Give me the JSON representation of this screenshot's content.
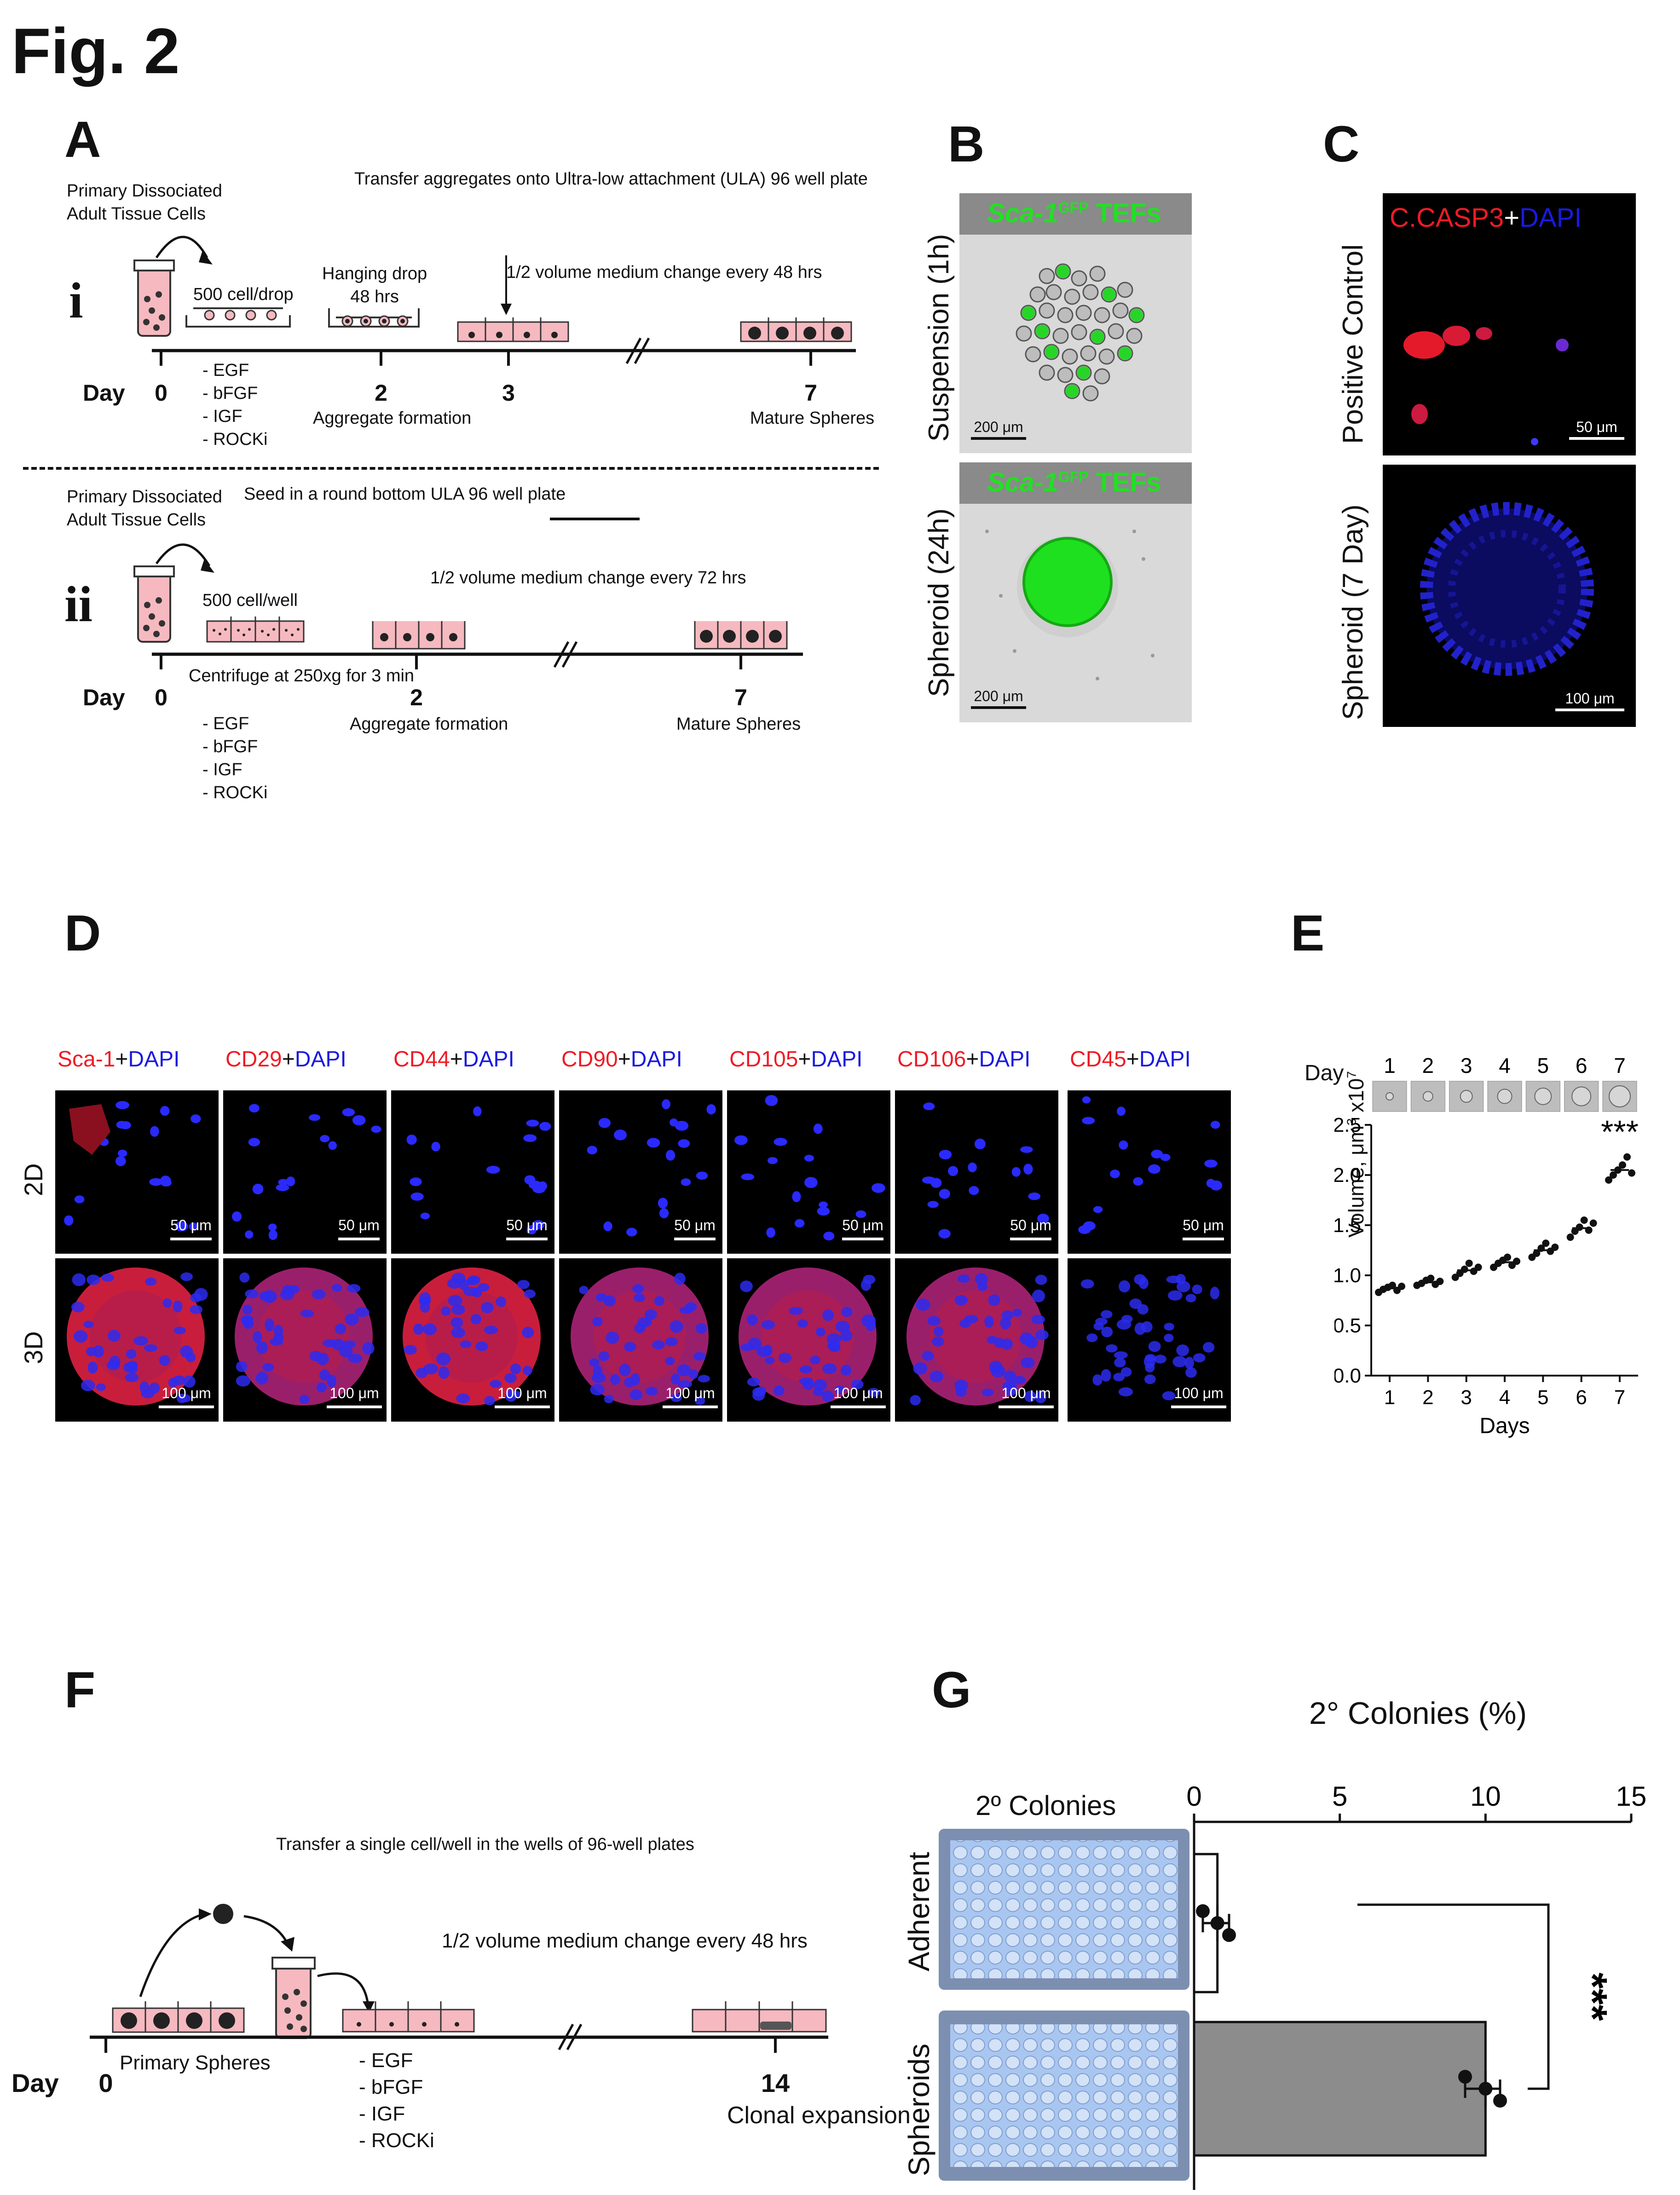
{
  "figure": {
    "title": "Fig. 2"
  },
  "panels": {
    "A": {
      "letter": "A",
      "i": {
        "numeral": "i",
        "primary_label": "Primary Dissociated\nAdult Tissue Cells",
        "cells_per": "500 cell/drop",
        "hanging_drop": "Hanging drop\n48 hrs",
        "transfer": "Transfer aggregates onto\nUltra-low attachment (ULA) 96 well\nplate",
        "medium": "1/2 volume medium\nchange\nevery 48 hrs",
        "day_label": "Day",
        "days": [
          "0",
          "2",
          "3",
          "7"
        ],
        "factors": "- EGF\n- bFGF\n- IGF\n- ROCKi",
        "aggregate": "Aggregate\nformation",
        "mature": "Mature\nSpheres"
      },
      "ii": {
        "numeral": "ii",
        "primary_label": "Primary Dissociated\nAdult Tissue Cells",
        "seed": "Seed in a round\nbottom ULA 96 well\nplate",
        "cells_per": "500 cell/well",
        "medium": "1/2 volume medium\nchange\nevery 72 hrs",
        "day_label": "Day",
        "days": [
          "0",
          "2",
          "7"
        ],
        "centrifuge": "Centrifuge at\n250xg for 3 min",
        "factors": "- EGF\n- bFGF\n- IGF\n- ROCKi",
        "aggregate": "Aggregate\nformation",
        "mature": "Mature\nSpheres"
      }
    },
    "B": {
      "letter": "B",
      "top_label": "Suspension (1h)",
      "bottom_label": "Spheroid (24h)",
      "banner_gene": "Sca-1",
      "banner_sup": "GFP",
      "banner_rest": " TEFs",
      "scale": "200 μm"
    },
    "C": {
      "letter": "C",
      "top_label": "Positive Control",
      "bottom_label": "Spheroid (7 Day)",
      "stain_red": "C.CASP3",
      "stain_plus": "+",
      "stain_blue": "DAPI",
      "scale_top": "50 μm",
      "scale_bottom": "100 μm"
    },
    "D": {
      "letter": "D",
      "markers": [
        {
          "red": "Sca-1",
          "blue": "DAPI"
        },
        {
          "red": "CD29",
          "blue": "DAPI"
        },
        {
          "red": "CD44",
          "blue": "DAPI"
        },
        {
          "red": "CD90",
          "blue": "DAPI"
        },
        {
          "red": "CD105",
          "blue": "DAPI"
        },
        {
          "red": "CD106",
          "blue": "DAPI"
        },
        {
          "red": "CD45",
          "blue": "DAPI"
        }
      ],
      "plus": "+",
      "row_2d": "2D",
      "row_3d": "3D",
      "scale_2d": "50 μm",
      "scale_3d": "100 μm"
    },
    "E": {
      "letter": "E",
      "day_label": "Day",
      "significance": "***"
    },
    "F": {
      "letter": "F",
      "transfer": "Transfer a single cell/well\nin the wells of 96-well plates",
      "medium": "1/2 volume medium\nchange\nevery 48 hrs",
      "day_label": "Day",
      "day0": "0",
      "day14": "14",
      "primary": "Primary\nSpheres",
      "factors": "- EGF\n- bFGF\n- IGF\n- ROCKi",
      "clonal": "Clonal\nexpansion"
    },
    "G": {
      "letter": "G",
      "plate_title": "2º Colonies",
      "row_adherent": "Adherent",
      "row_spheroids": "Spheroids",
      "significance": "***"
    }
  },
  "chart_data": [
    {
      "type": "scatter",
      "panel": "E",
      "title": "",
      "xlabel": "Days",
      "ylabel": "Volume, μm³ x10⁷",
      "ylabel_main": "Volume, μm",
      "ylabel_sup": "3",
      "ylabel_mid": " x10",
      "ylabel_sup2": "7",
      "x": [
        1,
        2,
        3,
        4,
        5,
        6,
        7
      ],
      "xticks": [
        "1",
        "2",
        "3",
        "4",
        "5",
        "6",
        "7"
      ],
      "yticks": [
        "0.0",
        "0.5",
        "1.0",
        "1.5",
        "2.0",
        "2.5"
      ],
      "ylim": [
        0,
        2.5
      ],
      "means": [
        0.87,
        0.93,
        1.05,
        1.13,
        1.25,
        1.47,
        2.05
      ],
      "points": [
        [
          0.83,
          0.86,
          0.88,
          0.9,
          0.85,
          0.89
        ],
        [
          0.9,
          0.92,
          0.95,
          0.97,
          0.91,
          0.94
        ],
        [
          0.98,
          1.02,
          1.06,
          1.12,
          1.04,
          1.08
        ],
        [
          1.08,
          1.12,
          1.15,
          1.18,
          1.1,
          1.14
        ],
        [
          1.18,
          1.22,
          1.27,
          1.32,
          1.24,
          1.28
        ],
        [
          1.38,
          1.44,
          1.48,
          1.55,
          1.45,
          1.52
        ],
        [
          1.95,
          2.0,
          2.05,
          2.1,
          2.18,
          2.02
        ]
      ],
      "annotation": "***",
      "grid": false
    },
    {
      "type": "bar",
      "panel": "G",
      "orientation": "horizontal",
      "title": "2° Colonies (%)",
      "categories": [
        "Adherent",
        "Spheroids"
      ],
      "values": [
        0.8,
        10.0
      ],
      "points": [
        [
          0.3,
          0.8,
          1.2
        ],
        [
          9.3,
          10.0,
          10.5
        ]
      ],
      "xticks": [
        "0",
        "5",
        "10",
        "15"
      ],
      "xlim": [
        0,
        15
      ],
      "annotation": "***"
    }
  ]
}
